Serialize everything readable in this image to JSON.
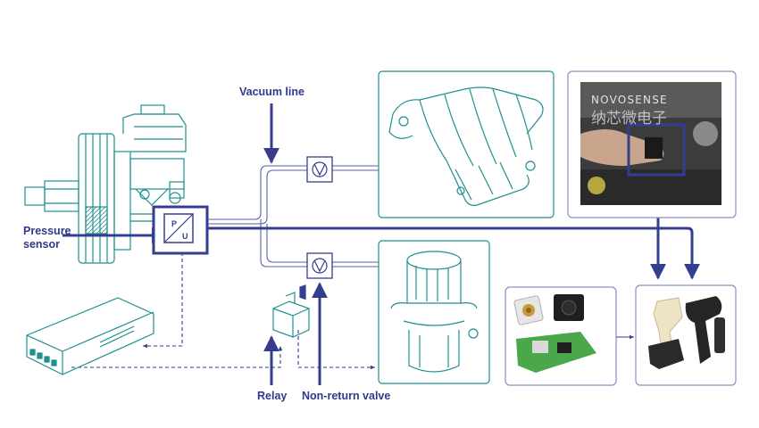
{
  "labels": {
    "vacuum_line": "Vacuum line",
    "pressure_sensor": [
      "Pressure",
      "sensor"
    ],
    "relay": "Relay",
    "non_return_valve": "Non-return valve",
    "pu_symbol": [
      "P",
      "U"
    ]
  },
  "watermark": {
    "brand": "NOVOSENSE",
    "brand_cn": "纳芯微电子"
  },
  "colors": {
    "dark_blue": "#343e8e",
    "teal": "#1f8f8f",
    "line_blue": "#5a5fa8",
    "box_border": "#8a8fc4"
  },
  "icons": [
    "brake-booster-icon",
    "pressure-sensor-symbol",
    "ecu-module-icon",
    "relay-icon",
    "check-valve-icon",
    "intake-manifold-icon",
    "vacuum-pump-icon",
    "engine-photo",
    "sensor-chips-photo",
    "pressure-sensor-product-photo"
  ]
}
